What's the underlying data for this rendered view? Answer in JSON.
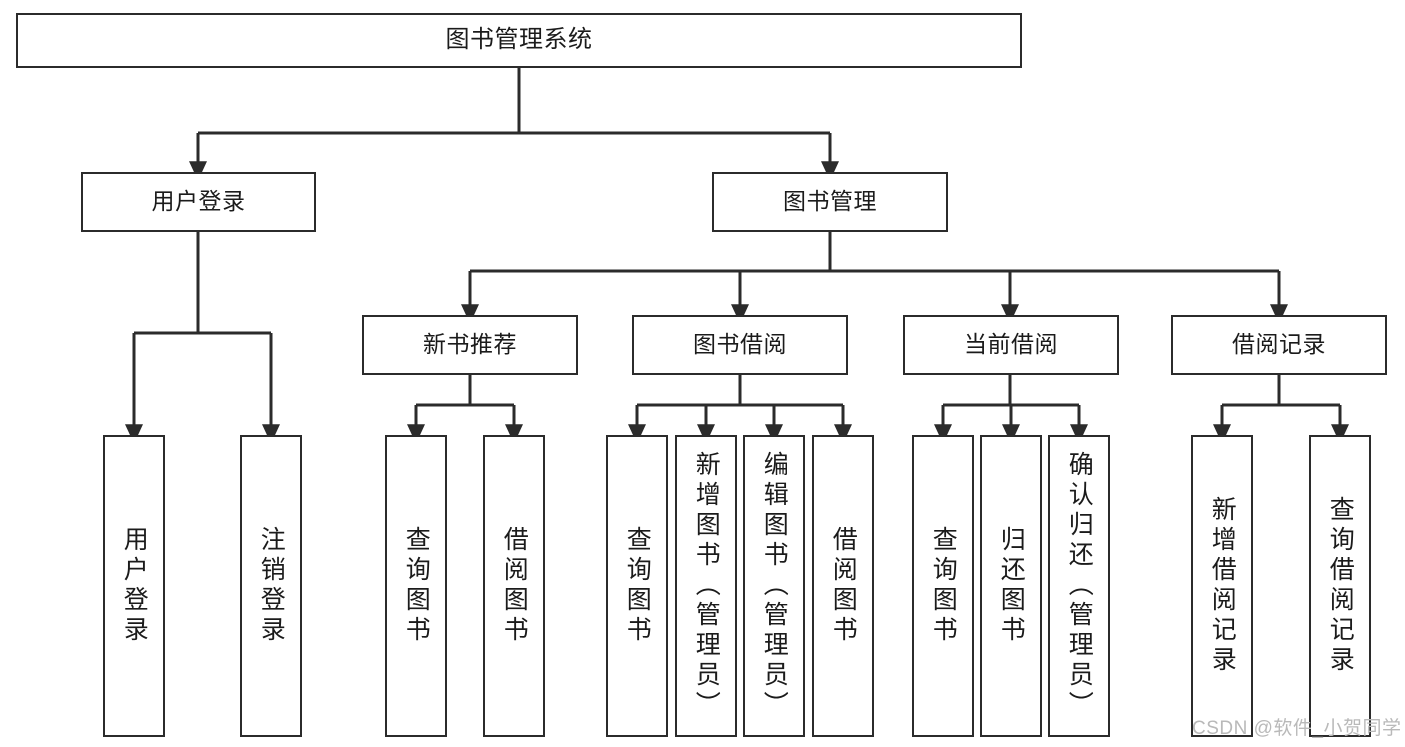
{
  "diagram": {
    "kind": "functional-structure-tree",
    "title": "图书管理系统",
    "colors": {
      "stroke": "#2b2b2b",
      "fill": "#ffffff",
      "text": "#1b1b1b",
      "watermark": "#b9b9b9"
    },
    "levels": {
      "root": {
        "label": "图书管理系统"
      },
      "level2": [
        {
          "label": "用户登录"
        },
        {
          "label": "图书管理"
        }
      ],
      "level3": [
        {
          "label": "新书推荐"
        },
        {
          "label": "图书借阅"
        },
        {
          "label": "当前借阅"
        },
        {
          "label": "借阅记录"
        }
      ],
      "leaves": [
        {
          "label": "用户登录",
          "parent": "用户登录"
        },
        {
          "label": "注销登录",
          "parent": "用户登录"
        },
        {
          "label": "查询图书",
          "parent": "新书推荐"
        },
        {
          "label": "借阅图书",
          "parent": "新书推荐"
        },
        {
          "label": "查询图书",
          "parent": "图书借阅"
        },
        {
          "label": "新增图书（管理员）",
          "parent": "图书借阅"
        },
        {
          "label": "编辑图书（管理员）",
          "parent": "图书借阅"
        },
        {
          "label": "借阅图书",
          "parent": "图书借阅"
        },
        {
          "label": "查询图书",
          "parent": "当前借阅"
        },
        {
          "label": "归还图书",
          "parent": "当前借阅"
        },
        {
          "label": "确认归还（管理员）",
          "parent": "当前借阅"
        },
        {
          "label": "新增借阅记录",
          "parent": "借阅记录"
        },
        {
          "label": "查询借阅记录",
          "parent": "借阅记录"
        }
      ]
    }
  },
  "watermark": {
    "text": "CSDN @软件_小贺同学"
  }
}
